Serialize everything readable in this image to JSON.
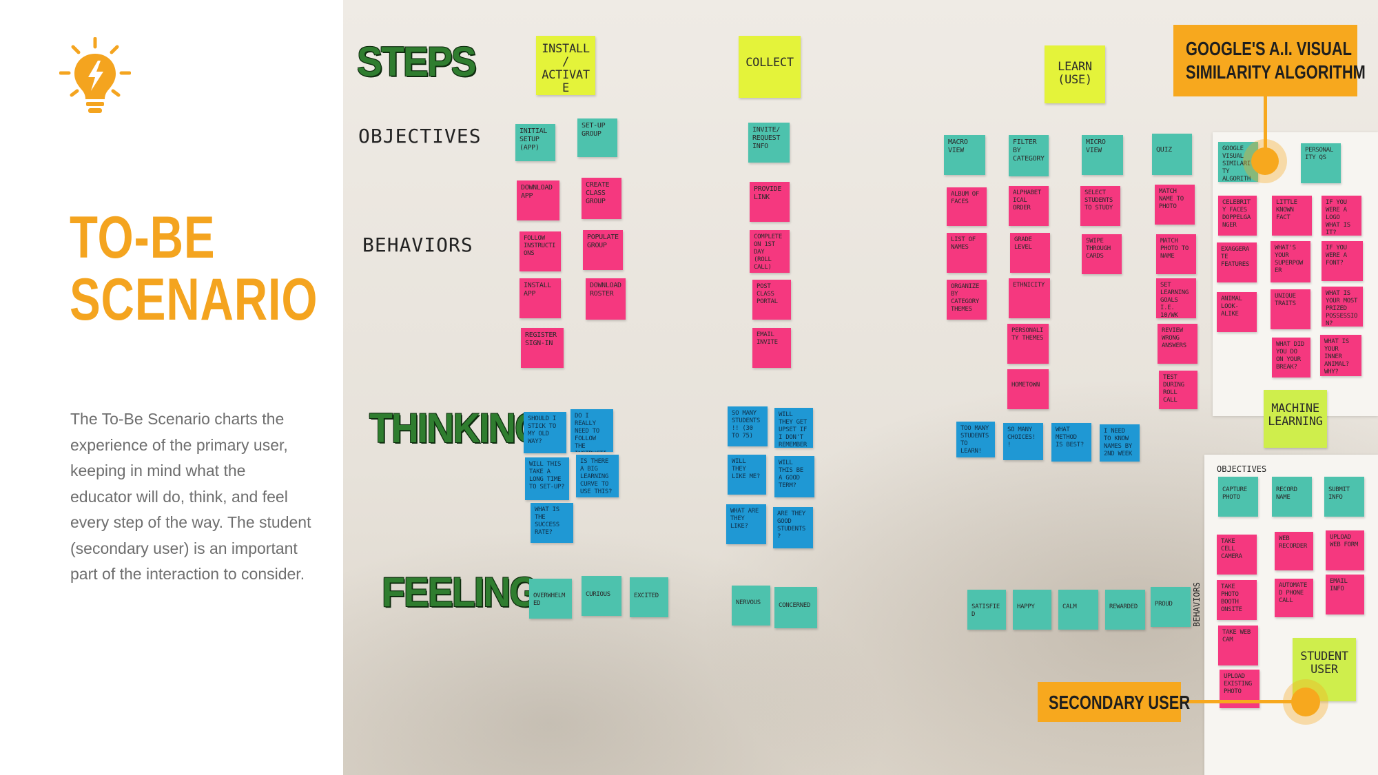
{
  "slide": {
    "title_line1": "TO-BE",
    "title_line2": "SCENARIO",
    "description": "The To-Be Scenario charts the experience of the primary user, keeping in mind what the educator will do, think, and feel every step of the way. The student (secondary user) is an important part of the interaction to consider.",
    "icon": "lightbulb-icon",
    "accent_color": "#f4a41f"
  },
  "callouts": {
    "google": [
      "GOOGLE'S A.I. VISUAL",
      "SIMILARITY ALGORITHM"
    ],
    "secondary": "SECONDARY USER",
    "color": "#f7a81e"
  },
  "board": {
    "row_labels": {
      "steps": "STEPS",
      "objectives": "OBJECTIVES",
      "behaviors": "BEHAVIORS",
      "thinking": "THINKING",
      "feeling": "FEELING"
    },
    "steps": [
      "INSTALL/ ACTIVATE",
      "COLLECT",
      "LEARN (USE)",
      "MACHINE LEARNING",
      "STUDENT USER"
    ],
    "install": {
      "objectives": [
        "INITIAL SETUP (APP)",
        "SET-UP GROUP"
      ],
      "behaviors": [
        "DOWNLOAD APP",
        "CREATE CLASS GROUP",
        "FOLLOW INSTRUCTIONS",
        "POPULATE GROUP",
        "INSTALL APP",
        "DOWNLOAD ROSTER",
        "REGISTER SIGN-IN"
      ],
      "thinking": [
        "SHOULD I STICK TO MY OLD WAY?",
        "DO I REALLY NEED TO FOLLOW THE INSTRUCTIONS?",
        "WILL THIS TAKE A LONG TIME TO SET-UP?",
        "IS THERE A BIG LEARNING CURVE TO USE THIS?",
        "WHAT IS THE SUCCESS RATE?"
      ],
      "feeling": [
        "OVERWHELMED",
        "CURIOUS",
        "EXCITED"
      ]
    },
    "collect": {
      "objectives": [
        "INVITE/ REQUEST INFO"
      ],
      "behaviors": [
        "PROVIDE LINK",
        "COMPLETE ON 1ST DAY (ROLL CALL)",
        "POST CLASS PORTAL",
        "EMAIL INVITE"
      ],
      "thinking": [
        "SO MANY STUDENTS!! (30 TO 75)",
        "WILL THEY GET UPSET IF I DON'T REMEMBER?",
        "WILL THEY LIKE ME?",
        "WILL THIS BE A GOOD TERM?",
        "WHAT ARE THEY LIKE?",
        "ARE THEY GOOD STUDENTS?"
      ],
      "feeling": [
        "NERVOUS",
        "CONCERNED"
      ]
    },
    "learn": {
      "objectives": [
        "MACRO VIEW",
        "FILTER BY CATEGORY",
        "MICRO VIEW",
        "QUIZ"
      ],
      "behaviors_col1": [
        "ALBUM OF FACES",
        "LIST OF NAMES",
        "ORGANIZE BY CATEGORY THEMES"
      ],
      "behaviors_col2": [
        "ALPHABETICAL ORDER",
        "GRADE LEVEL",
        "ETHNICITY",
        "PERSONALITY THEMES",
        "HOMETOWN"
      ],
      "behaviors_col3": [
        "SELECT STUDENTS TO STUDY",
        "SWIPE THROUGH CARDS"
      ],
      "behaviors_col4": [
        "MATCH NAME TO PHOTO",
        "MATCH PHOTO TO NAME",
        "SET LEARNING GOALS I.E. 10/WK",
        "REVIEW WRONG ANSWERS",
        "TEST DURING ROLL CALL"
      ],
      "thinking": [
        "TOO MANY STUDENTS TO LEARN!",
        "SO MANY CHOICES!!",
        "WHAT METHOD IS BEST?",
        "I NEED TO KNOW NAMES BY 2ND WEEK"
      ],
      "feeling": [
        "SATISFIED",
        "HAPPY",
        "CALM",
        "REWARDED",
        "PROUD"
      ]
    },
    "ml": {
      "objectives": [
        "GOOGLE VISUAL SIMILARITY ALGORITHM",
        "PERSONALITY QS"
      ],
      "behaviors": [
        "CELEBRITY FACES DOPPELGANGER",
        "LITTLE KNOWN FACT",
        "IF YOU WERE A LOGO WHAT IS IT?",
        "EXAGGERATE FEATURES",
        "WHAT'S YOUR SUPERPOWER",
        "IF YOU WERE A FONT?",
        "ANIMAL LOOK-ALIKE",
        "UNIQUE TRAITS",
        "WHAT IS YOUR MOST PRIZED POSSESSION?",
        "WHAT DID YOU DO ON YOUR BREAK?",
        "WHAT IS YOUR INNER ANIMAL? WHY?"
      ]
    },
    "student": {
      "objectives_label": "OBJECTIVES",
      "behaviors_label": "BEHAVIORS",
      "objectives": [
        "CAPTURE PHOTO",
        "RECORD NAME",
        "SUBMIT INFO"
      ],
      "behaviors": [
        "TAKE CELL CAMERA",
        "WEB RECORDER",
        "UPLOAD WEB FORM",
        "TAKE PHOTO BOOTH ONSITE",
        "AUTOMATED PHONE CALL",
        "EMAIL INFO",
        "TAKE WEB CAM",
        "UPLOAD EXISTING PHOTO"
      ]
    }
  }
}
